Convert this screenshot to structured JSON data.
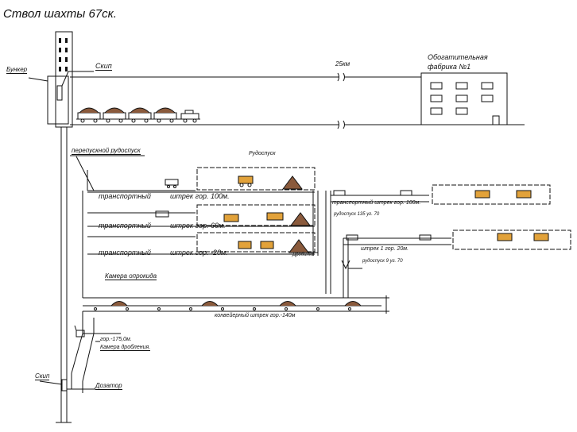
{
  "title": "Ствол шахты 67ск.",
  "labels": {
    "bunker": "Бункер",
    "skip_top": "Скип",
    "distance": "25км",
    "factory_line1": "Обогатительная",
    "factory_line2": "фабрика №1",
    "perepusk": "перепускной рудоспуск",
    "ore_chute": "Рудоспуск",
    "level_100_a": "транспортный",
    "level_100_b": "штрек гор. 100м.",
    "level_60_a": "транспортный",
    "level_60_b": "штрек гор. 60м.",
    "level_m20_a": "транспортный",
    "level_m20_b": "штрек гор. -20м.",
    "level_right_100": "транспортный штрек гор. 100м.",
    "rudospusk_135": "рудоспуск 135 уг. 70",
    "shtrek_20": "штрек 1 гор. 20м.",
    "drobilka": "Дробилка",
    "rudospusk_9": "рудоспуск 9 уг. 70",
    "kamera_oprokida": "Камера опрокида",
    "konveyer": "конвейерный штрек гор.-140м",
    "gor_175": "гор.-175,0м.",
    "kamera_drob": "Камера дробления.",
    "skip_bottom": "Скип",
    "dozator": "Дозатор"
  },
  "colors": {
    "line": "#111111",
    "ore": "#8a5a3c",
    "vehicle": "#e2a23a",
    "rail_fill": "#eeeeee"
  },
  "icons": {
    "mine_car": "mine-car-icon",
    "lhd": "loader-icon",
    "truck": "truck-icon",
    "ore_pile": "ore-pile-icon"
  }
}
